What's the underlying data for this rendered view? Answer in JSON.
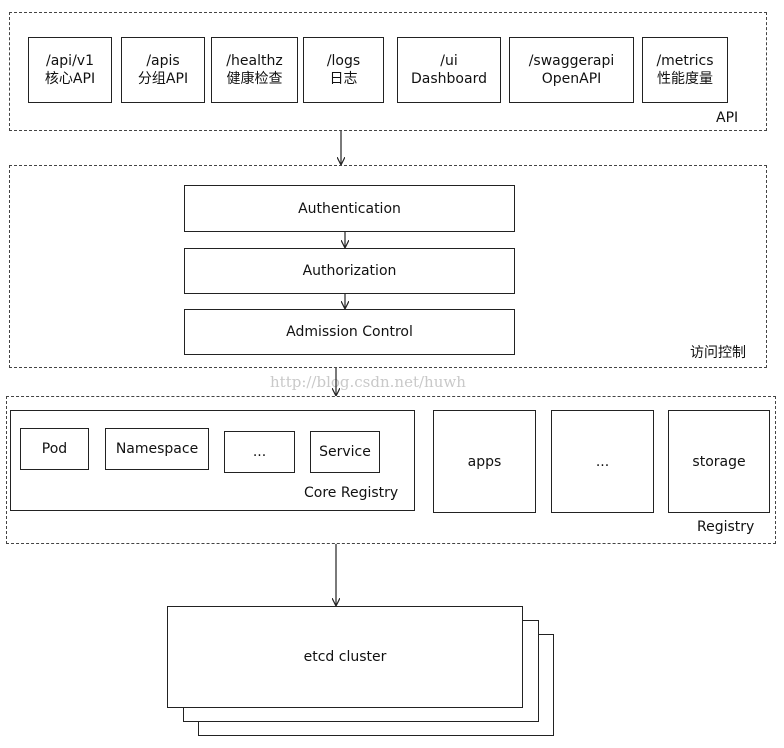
{
  "api": {
    "label": "API",
    "endpoints": [
      {
        "path": "/api/v1",
        "desc": "核心API"
      },
      {
        "path": "/apis",
        "desc": "分组API"
      },
      {
        "path": "/healthz",
        "desc": "健康检查"
      },
      {
        "path": "/logs",
        "desc": "日志"
      },
      {
        "path": "/ui",
        "desc": "Dashboard"
      },
      {
        "path": "/swaggerapi",
        "desc": "OpenAPI"
      },
      {
        "path": "/metrics",
        "desc": "性能度量"
      }
    ]
  },
  "access_control": {
    "label": "访问控制",
    "steps": [
      "Authentication",
      "Authorization",
      "Admission Control"
    ]
  },
  "watermark": "http://blog.csdn.net/huwh",
  "registry": {
    "label": "Registry",
    "core": {
      "label": "Core Registry",
      "items": [
        "Pod",
        "Namespace",
        "...",
        "Service"
      ]
    },
    "groups": [
      "apps",
      "...",
      "storage"
    ]
  },
  "etcd": {
    "label": "etcd cluster"
  }
}
